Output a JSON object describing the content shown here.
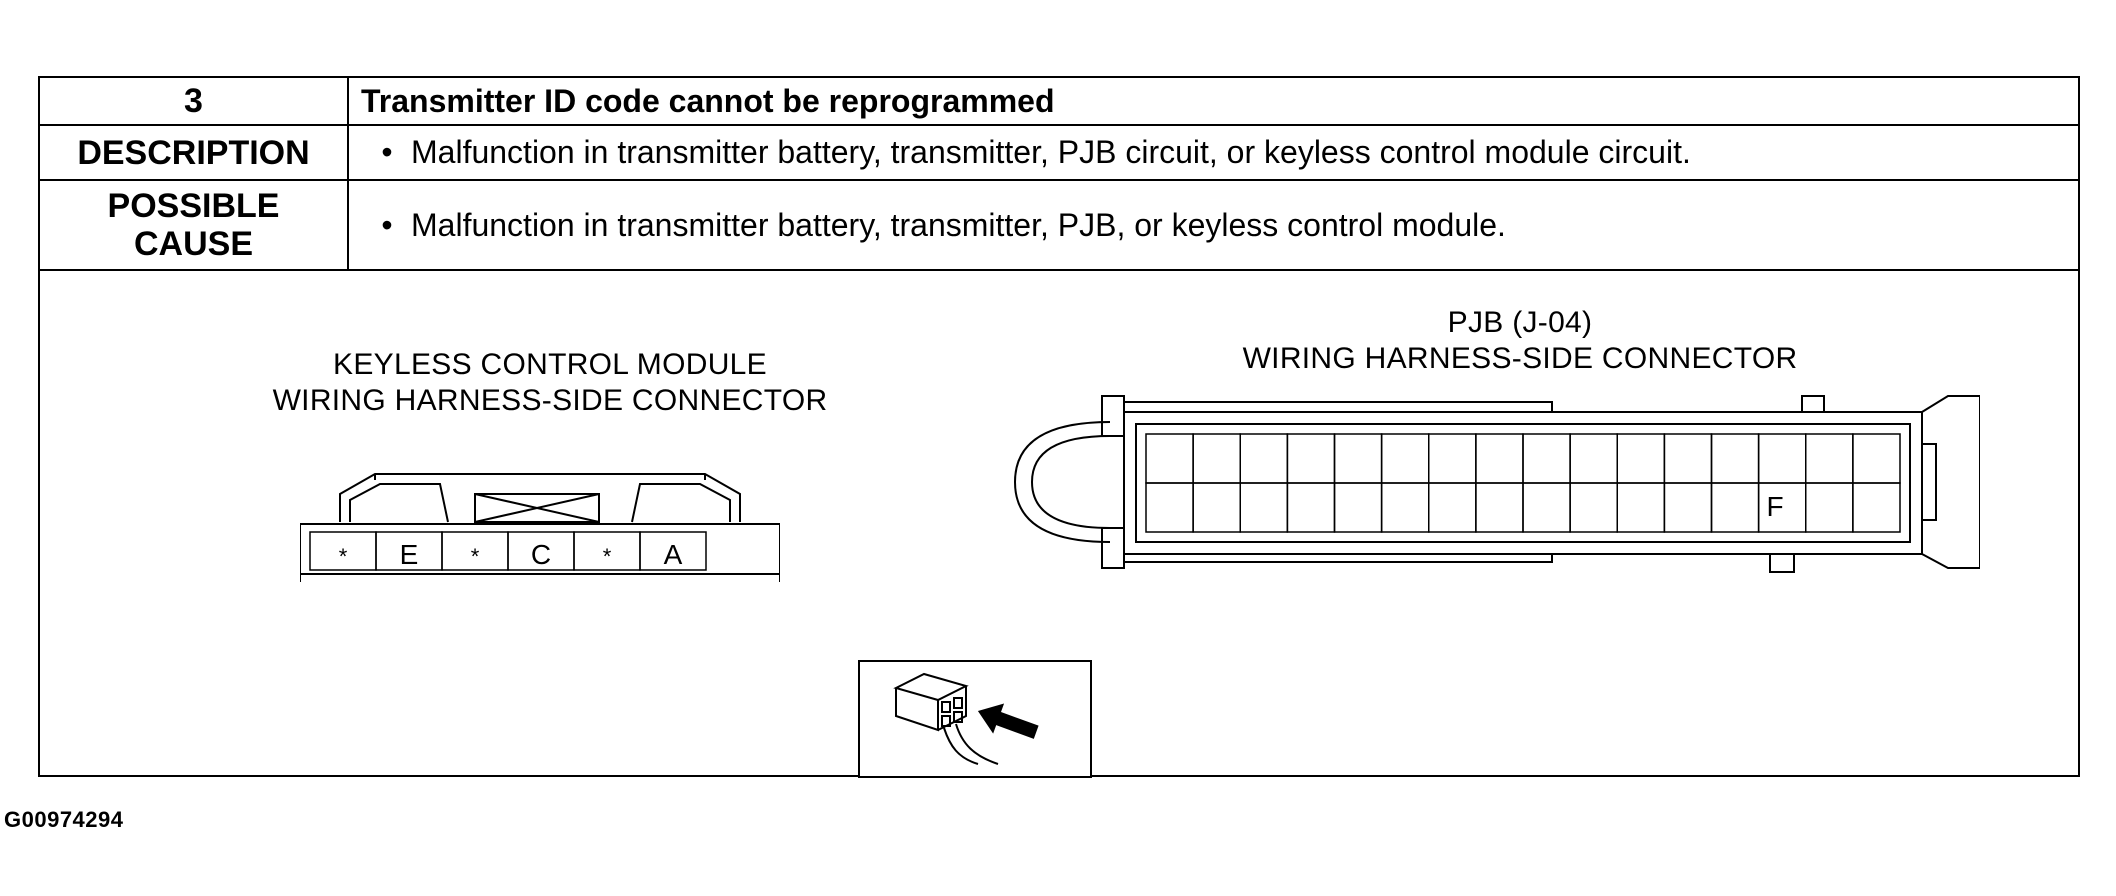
{
  "table": {
    "step_number": "3",
    "step_title": "Transmitter ID code cannot be reprogrammed",
    "description_label": "DESCRIPTION",
    "description_text": "Malfunction in transmitter battery, transmitter, PJB circuit, or keyless control module circuit.",
    "possible_cause_label_line1": "POSSIBLE",
    "possible_cause_label_line2": "CAUSE",
    "possible_cause_text": "Malfunction in transmitter battery, transmitter, PJB, or keyless control module.",
    "bullet": "•"
  },
  "diagram": {
    "keyless": {
      "title_line1": "KEYLESS CONTROL MODULE",
      "title_line2": "WIRING HARNESS-SIDE CONNECTOR",
      "terminals": [
        "*",
        "E",
        "*",
        "C",
        "*",
        "A"
      ]
    },
    "pjb": {
      "title_line1": "PJB (J-04)",
      "title_line2": "WIRING HARNESS-SIDE CONNECTOR",
      "terminal_label": "F"
    },
    "probe_icon": "harness-side-probe-icon"
  },
  "footer": {
    "figure_id": "G00974294"
  }
}
